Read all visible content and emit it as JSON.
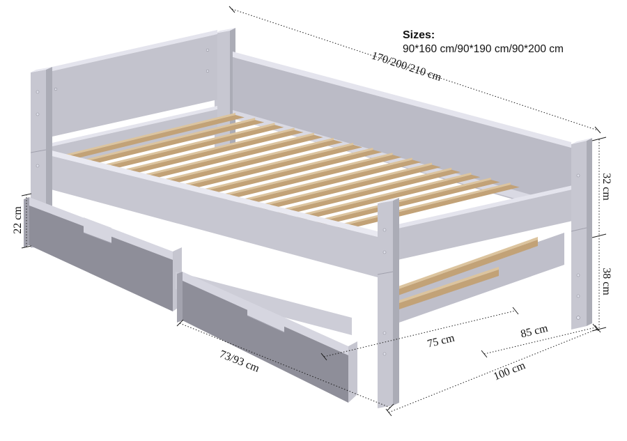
{
  "title": {
    "label": "Sizes:",
    "sizes": "90*160 cm/90*190 cm/90*200 cm"
  },
  "dimensions": {
    "length": "170/200/210 cm",
    "rail_height": "32 cm",
    "leg_height": "38 cm",
    "drawer_height": "22 cm",
    "drawer_width": "73/93 cm",
    "foot_inner_width": "75 cm",
    "foot_frame_width": "85 cm",
    "foot_total_width": "100 cm"
  },
  "drawing": {
    "subject": "bed frame with slats and two under-bed storage drawers",
    "slat_count": 15
  },
  "colors": {
    "background": "#ffffff",
    "frame_top": "#e9e9f1",
    "frame_front": "#c7c7d1",
    "frame_side": "#abacb6",
    "frame_back_rail": "#bbbbc6",
    "drawer_front": "#8e8e99",
    "drawer_top": "#d6d6e0",
    "slat_wood": "#c2a277",
    "dimension_line": "#1a1a1a"
  }
}
